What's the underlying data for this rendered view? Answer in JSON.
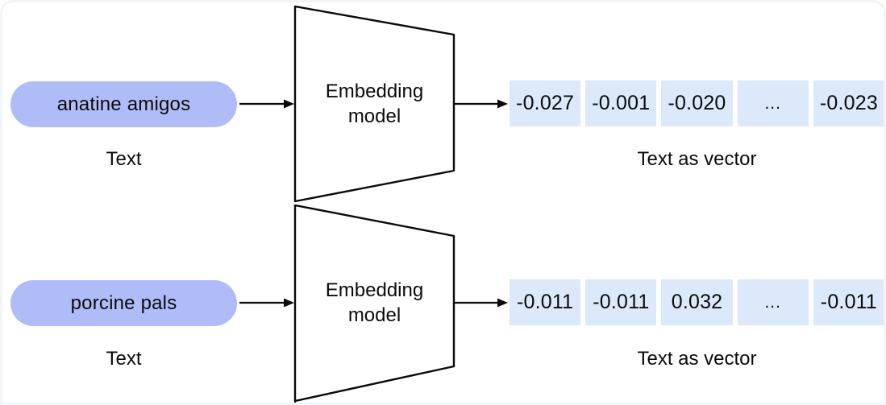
{
  "colors": {
    "pill_bg": "#b0bcf8",
    "cell_bg": "#dbe9fa",
    "line": "#0a0a0a",
    "text": "#0b0b0b",
    "canvas_bg": "#ffffff",
    "frame_border": "#f3f6f9"
  },
  "rows": [
    {
      "input_text": "anatine amigos",
      "input_caption": "Text",
      "model_name_lines": [
        "Embedding",
        "model"
      ],
      "vector_cells": [
        "-0.027",
        "-0.001",
        "-0.020",
        "...",
        "-0.023"
      ],
      "vector_caption": "Text as vector"
    },
    {
      "input_text": "porcine pals",
      "input_caption": "Text",
      "model_name_lines": [
        "Embedding",
        "model"
      ],
      "vector_cells": [
        "-0.011",
        "-0.011",
        "0.032",
        "...",
        "-0.011"
      ],
      "vector_caption": "Text as vector"
    }
  ]
}
